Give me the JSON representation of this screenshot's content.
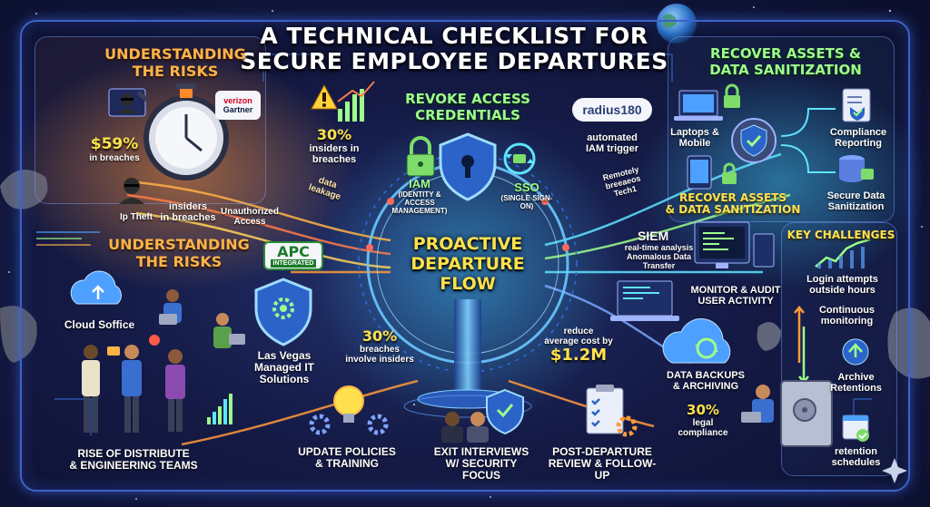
{
  "title_line1": "A TECHNICAL CHECKLIST FOR",
  "title_line2": "SECURE EMPLOYEE DEPARTURES",
  "risks_top": {
    "heading_line1": "UNDERSTANDING",
    "heading_line2": "THE RISKS",
    "brand_line1": "verizon",
    "brand_line2": "Gartner",
    "stat_value": "$59%",
    "stat_label": "in breaches",
    "ip_theft": "Ip Theft",
    "insiders_line1": "insiders",
    "insiders_line2": "in breaches",
    "unauth_line1": "Unauthorized",
    "unauth_line2": "Access"
  },
  "center_top": {
    "stat_value": "30%",
    "stat_line1": "insiders in",
    "stat_line2": "breaches",
    "leak_line1": "data",
    "leak_line2": "leakage"
  },
  "revoke": {
    "heading_line1": "REVOKE ACCESS",
    "heading_line2": "CREDENTIALS",
    "iam": "IAM",
    "iam_sub_line1": "(IDENTITY & ACCESS",
    "iam_sub_line2": "MANAGEMENT)",
    "sso": "SSO",
    "sso_sub": "(SINGLE SIGN-ON)"
  },
  "radius": {
    "logo_text": "radius180",
    "trigger_line1": "automated",
    "trigger_line2": "IAM trigger",
    "remote_line1": "Remotely",
    "remote_line2": "breeaeos",
    "remote_line3": "Tech1"
  },
  "recover": {
    "heading_line1": "RECOVER ASSETS &",
    "heading_line2": "DATA SANITIZATION",
    "laptops_line1": "Laptops &",
    "laptops_line2": "Mobile",
    "compliance_line1": "Compliance",
    "compliance_line2": "Reporting",
    "recover_line1": "RECOVER ASSETS",
    "recover_line2": "& DATA SANITIZATION",
    "secure_line1": "Secure Data",
    "secure_line2": "Sanitization"
  },
  "risks_mid": {
    "heading_line1": "UNDERSTANDING",
    "heading_line2": "THE RISKS",
    "apc_top": "APC",
    "apc_bottom": "INTEGRATED"
  },
  "flow": {
    "line1": "PROACTIVE",
    "line2": "DEPARTURE",
    "line3": "FLOW"
  },
  "siem": {
    "heading": "SIEM",
    "line1": "real-time analysis",
    "line2": "Anomalous Data",
    "line3": "Transfer",
    "monitor_line1": "MONITOR & AUDIT",
    "monitor_line2": "USER ACTIVITY"
  },
  "challenges": {
    "heading": "KEY CHALLENGES",
    "login_line1": "Login attempts",
    "login_line2": "outside hours",
    "continuous_line1": "Continuous",
    "continuous_line2": "monitoring",
    "archive_line1": "Archive",
    "archive_line2": "Retentions",
    "retention_line1": "retention",
    "retention_line2": "schedules"
  },
  "left_mid": {
    "cloud": "Cloud Soffice",
    "lv_line1": "Las Vegas",
    "lv_line2": "Managed IT",
    "lv_line3": "Solutions",
    "breach_value": "30%",
    "breach_line1": "breaches",
    "breach_line2": "involve insiders",
    "teams_line1": "RISE OF DISTRIBUTE",
    "teams_line2": "& ENGINEERING TEAMS"
  },
  "cost": {
    "line1": "reduce",
    "line2": "average cost by",
    "value": "$1.2M"
  },
  "backup": {
    "line1": "DATA BACKUPS",
    "line2": "& ARCHIVING",
    "legal_value": "30%",
    "legal_line1": "legal",
    "legal_line2": "compliance"
  },
  "bottom": {
    "policies_line1": "UPDATE POLICIES",
    "policies_line2": "& TRAINING",
    "exit_line1": "EXIT INTERVIEWS",
    "exit_line2": "W/ SECURITY FOCUS",
    "post_line1": "POST-DEPARTURE",
    "post_line2": "REVIEW & FOLLOW-UP"
  },
  "colors": {
    "orange": "#ffb347",
    "green": "#9dff8a",
    "yellow": "#ffe14d",
    "cyan": "#5fe3ff",
    "frame": "#3d62c9"
  },
  "icons": [
    "globe-icon",
    "hacker-icon",
    "stopwatch-icon",
    "warning-icon",
    "bar-chart-icon",
    "lock-icon",
    "shield-keyhole-icon",
    "sso-sync-icon",
    "laptop-icon",
    "phone-icon",
    "gear-shield-icon",
    "document-check-icon",
    "database-lock-icon",
    "cloud-upload-icon",
    "shield-gear-icon",
    "monitor-icon",
    "cloud-sync-icon",
    "safe-icon",
    "lightbulb-icon",
    "gear-icon",
    "clipboard-check-icon",
    "archive-icon",
    "calendar-check-icon",
    "line-chart-icon",
    "sparkle-icon"
  ]
}
